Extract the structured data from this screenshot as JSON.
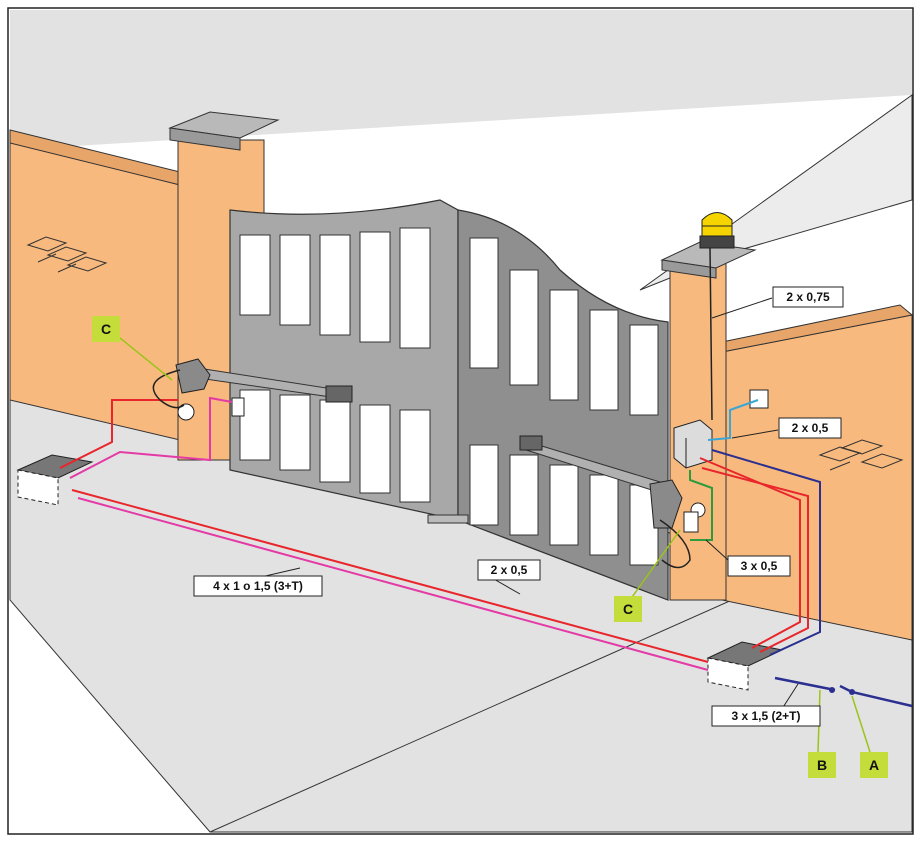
{
  "colors": {
    "ground": "#e2e2e2",
    "wall": "#f8b97e",
    "wall_dark": "#e7a56a",
    "pillar": "#f8b97e",
    "cap": "#b9b9b9",
    "gate": "#a8a8a8",
    "gate_dark": "#8f8f8f",
    "lamp": "#f6d400",
    "tag_fill": "#c4dd3a",
    "wire_red": "#e8262b",
    "wire_magenta": "#e43aa6",
    "wire_blue": "#2b2f8f",
    "wire_cyan": "#3aa6d6",
    "wire_green": "#2e9a3c",
    "leader": "#9bc41a"
  },
  "cable_labels": [
    {
      "id": "flash",
      "text": "2 x 0,75"
    },
    {
      "id": "photocell",
      "text": "2 x 0,5"
    },
    {
      "id": "motor-right",
      "text": "3 x 0,5"
    },
    {
      "id": "bus",
      "text": "2 x 0,5"
    },
    {
      "id": "motor-left",
      "text": "4 x 1 o 1,5 (3+T)"
    },
    {
      "id": "mains",
      "text": "3 x 1,5 (2+T)"
    }
  ],
  "tags": [
    {
      "id": "c-left",
      "text": "C"
    },
    {
      "id": "c-right",
      "text": "C"
    },
    {
      "id": "b",
      "text": "B"
    },
    {
      "id": "a",
      "text": "A"
    }
  ]
}
